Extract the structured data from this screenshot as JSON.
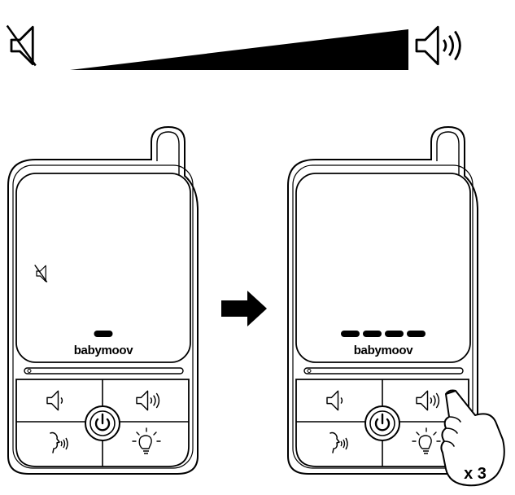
{
  "volume_scale": {
    "min_icon": "speaker-muted-icon",
    "max_icon": "speaker-loud-icon",
    "indicator": "wedge-ramp"
  },
  "devices": [
    {
      "brand": "babymoov",
      "screen_icon": "speaker-muted-icon",
      "volume_level": 1,
      "volume_max": 4,
      "buttons": [
        "volume-down-button",
        "volume-up-button",
        "power-button",
        "talk-button",
        "night-light-button"
      ]
    },
    {
      "brand": "babymoov",
      "screen_icon": "",
      "volume_level": 4,
      "volume_max": 4,
      "buttons": [
        "volume-down-button",
        "volume-up-button",
        "power-button",
        "talk-button",
        "night-light-button"
      ]
    }
  ],
  "transition_icon": "arrow-right-icon",
  "press_hint": {
    "icon": "pointing-hand-icon",
    "multiplier": "x 3"
  },
  "colors": {
    "ink": "#000000",
    "paper": "#ffffff"
  }
}
